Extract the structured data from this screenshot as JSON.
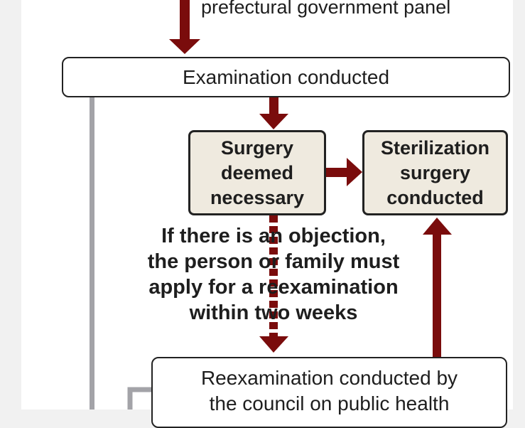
{
  "top_label": "prefectural government panel",
  "examination": "Examination conducted",
  "surgery_deemed": [
    "Surgery",
    "deemed",
    "necessary"
  ],
  "sterilization": [
    "Sterilization",
    "surgery",
    "conducted"
  ],
  "objection_note": [
    "If there is an objection,",
    "the person or family must",
    "apply for a reexamination",
    "within two weeks"
  ],
  "reexamination": [
    "Reexamination conducted by",
    "the council on public health"
  ],
  "colors": {
    "arrow": "#7a0c0c",
    "gray_line": "#a3a3a8",
    "box_fill": "#efeadf"
  }
}
